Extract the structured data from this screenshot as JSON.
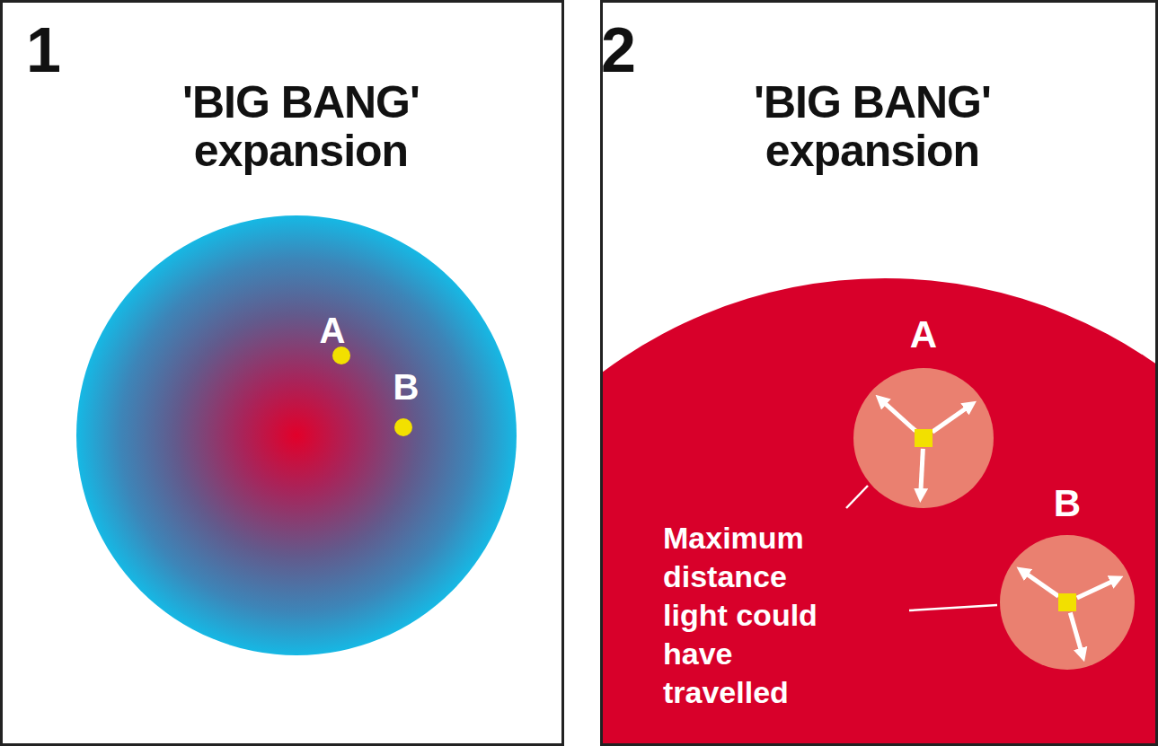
{
  "diagram": {
    "nodes": [
      {
        "text": [
          "1",
          "'BIG BANG' expansion"
        ]
      },
      {
        "text": [
          "2",
          "'BIG BANG' expansion"
        ]
      },
      {
        "text": [
          "A"
        ],
        "in": 1
      },
      {
        "text": [
          "B"
        ],
        "in": 1
      }
    ],
    "labels": [
      "A",
      "B",
      "Maximum distance light could have travelled"
    ]
  }
}
